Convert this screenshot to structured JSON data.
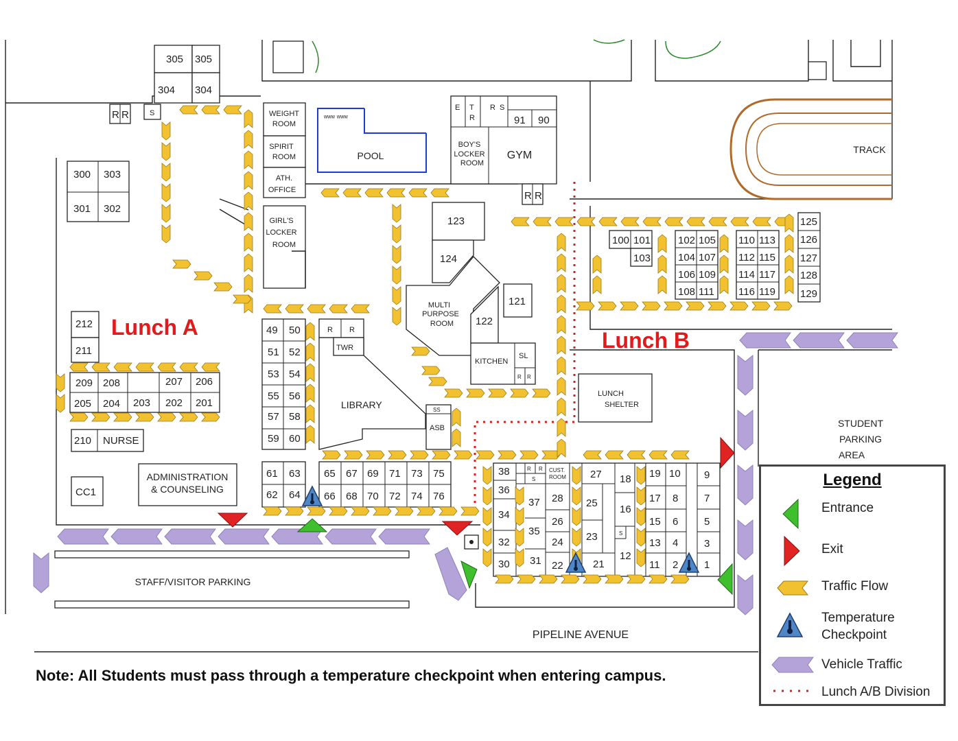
{
  "map": {
    "lunch_a": "Lunch A",
    "lunch_b": "Lunch B",
    "buildings": {
      "weight_room": [
        "WEIGHT",
        "ROOM"
      ],
      "spirit_room": [
        "SPIRIT",
        "ROOM"
      ],
      "ath_office": [
        "ATH.",
        "OFFICE"
      ],
      "girls_locker": [
        "GIRL'S",
        "LOCKER",
        "ROOM"
      ],
      "boys_locker": [
        "BOY'S",
        "LOCKER",
        "ROOM"
      ],
      "pool": "POOL",
      "gym": "GYM",
      "track": "TRACK",
      "multipurpose": [
        "MULTI",
        "PURPOSE",
        "ROOM"
      ],
      "kitchen": "KITCHEN",
      "library": "LIBRARY",
      "twr": "TWR",
      "asb": "ASB",
      "ss": "SS",
      "sl": "SL",
      "lunch_shelter": [
        "LUNCH",
        "SHELTER"
      ],
      "admin": [
        "ADMINISTRATION",
        "& COUNSELING"
      ],
      "nurse": "NURSE",
      "cc1": "CC1",
      "cust_room": [
        "CUST.",
        "ROOM"
      ],
      "student_parking": [
        "STUDENT",
        "PARKING",
        "AREA"
      ],
      "staff_parking": "STAFF/VISITOR PARKING",
      "pipeline": "PIPELINE AVENUE"
    },
    "rooms": {
      "r305a": "305",
      "r305b": "305",
      "r304a": "304",
      "r304b": "304",
      "r300": "300",
      "r303": "303",
      "r301": "301",
      "r302": "302",
      "r212": "212",
      "r211": "211",
      "r210": "210",
      "r209": "209",
      "r208": "208",
      "r207": "207",
      "r206": "206",
      "r205": "205",
      "r204": "204",
      "r203": "203",
      "r202": "202",
      "r201": "201",
      "r49": "49",
      "r50": "50",
      "r51": "51",
      "r52": "52",
      "r53": "53",
      "r54": "54",
      "r55": "55",
      "r56": "56",
      "r57": "57",
      "r58": "58",
      "r59": "59",
      "r60": "60",
      "r61": "61",
      "r62": "62",
      "r63": "63",
      "r64": "64",
      "r65": "65",
      "r66": "66",
      "r67": "67",
      "r68": "68",
      "r69": "69",
      "r70": "70",
      "r71": "71",
      "r72": "72",
      "r73": "73",
      "r74": "74",
      "r75": "75",
      "r76": "76",
      "r123": "123",
      "r124": "124",
      "r121": "121",
      "r122": "122",
      "r91": "91",
      "r90": "90",
      "r100": "100",
      "r101": "101",
      "r103": "103",
      "r102": "102",
      "r105": "105",
      "r104": "104",
      "r107": "107",
      "r106": "106",
      "r109": "109",
      "r108": "108",
      "r111": "111",
      "r110": "110",
      "r113": "113",
      "r112": "112",
      "r115": "115",
      "r114": "114",
      "r117": "117",
      "r116": "116",
      "r119": "119",
      "r125": "125",
      "r126": "126",
      "r127": "127",
      "r128": "128",
      "r129": "129",
      "r38": "38",
      "r36": "36",
      "r34": "34",
      "r32": "32",
      "r30": "30",
      "r37": "37",
      "r35": "35",
      "r31": "31",
      "r28": "28",
      "r26": "26",
      "r24": "24",
      "r22": "22",
      "r27": "27",
      "r25": "25",
      "r23": "23",
      "r21": "21",
      "r18": "18",
      "r16": "16",
      "r12": "12",
      "r19": "19",
      "r10": "10",
      "r17": "17",
      "r8": "8",
      "r15": "15",
      "r6": "6",
      "r13": "13",
      "r4": "4",
      "r11": "11",
      "r2": "2",
      "r9": "9",
      "r7": "7",
      "r5": "5",
      "r3": "3",
      "r1": "1"
    },
    "letters": {
      "r": "R",
      "s": "S",
      "e": "E",
      "t": "T"
    }
  },
  "legend": {
    "title": "Legend",
    "items": [
      {
        "key": "entrance",
        "label": "Entrance",
        "color": "#3fbf2e"
      },
      {
        "key": "exit",
        "label": "Exit",
        "color": "#e02424"
      },
      {
        "key": "traffic_flow",
        "label": "Traffic Flow",
        "color": "#f2c130"
      },
      {
        "key": "temperature_checkpoint",
        "label": [
          "Temperature",
          "Checkpoint"
        ],
        "color": "#4f86c6"
      },
      {
        "key": "vehicle_traffic",
        "label": "Vehicle Traffic",
        "color": "#b3a3d8"
      },
      {
        "key": "lunch_division",
        "label": "Lunch A/B Division",
        "color": "#e01b1b"
      }
    ]
  },
  "note": "Note: All Students must pass through a temperature checkpoint when entering campus."
}
